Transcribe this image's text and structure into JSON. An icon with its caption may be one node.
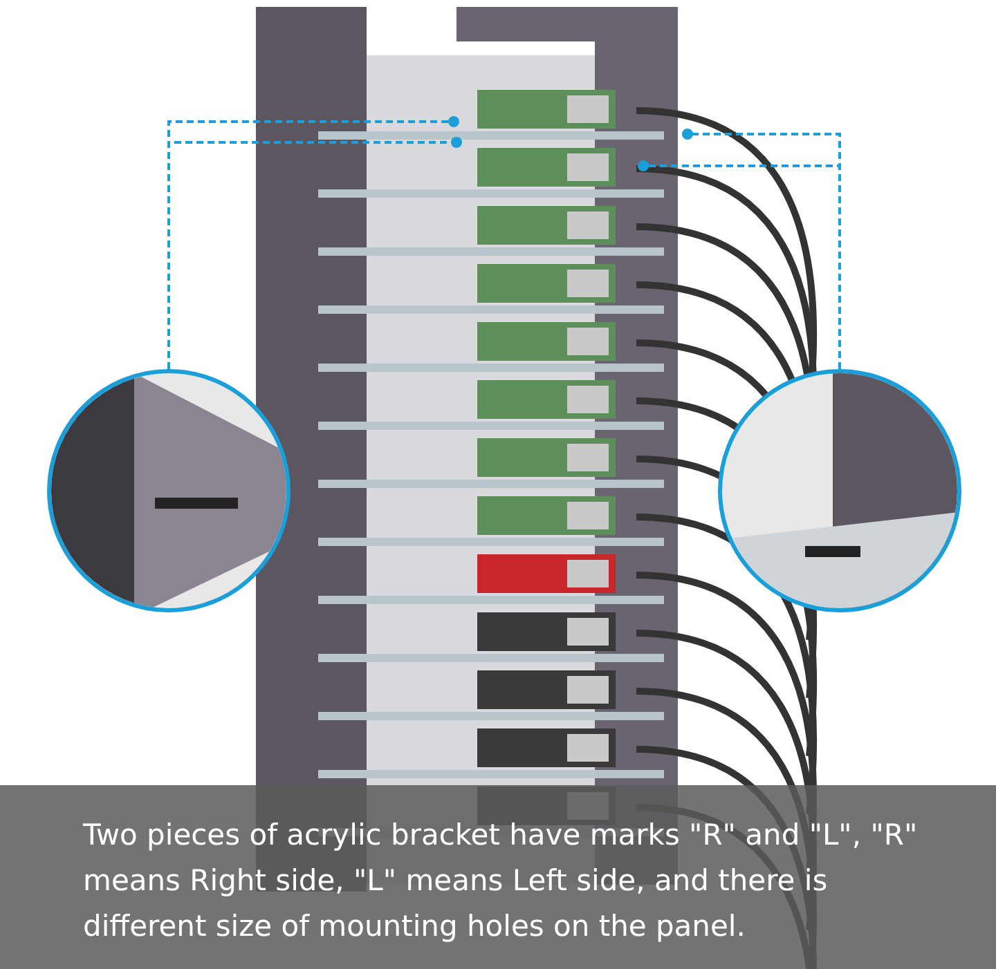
{
  "diagram": {
    "caption": "Two pieces of acrylic bracket have marks \"R\" and \"L\", \"R\" means Right side, \"L\" means Left side, and there is different size of mounting holes on the panel.",
    "nodes": [
      {
        "text": [],
        "shape": "picture"
      },
      {
        "text": [],
        "shape": "picture"
      }
    ],
    "edges": [
      {
        "from": 0,
        "to": null,
        "arrow": "other",
        "style": "dashed"
      },
      {
        "from": 0,
        "to": null,
        "arrow": "other",
        "style": "dashed"
      },
      {
        "from": 1,
        "to": null,
        "arrow": "other",
        "style": "dashed"
      },
      {
        "from": 1,
        "to": null,
        "arrow": "other",
        "style": "dashed"
      }
    ]
  }
}
